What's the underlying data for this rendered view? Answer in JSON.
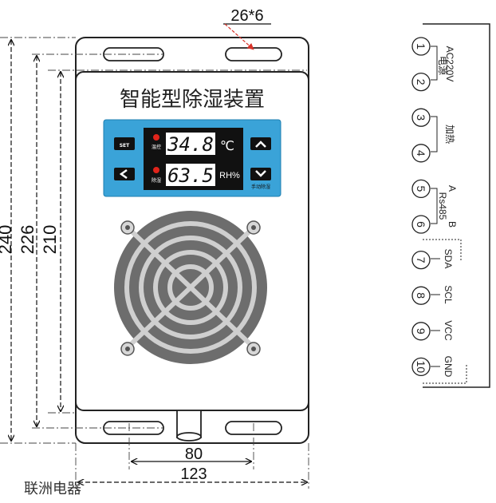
{
  "title": "智能型除湿装置",
  "dimensions": {
    "hole": "26*6",
    "h240": "240",
    "h226": "226",
    "h210": "210",
    "w80": "80",
    "w123": "123"
  },
  "panel": {
    "set_label": "SET",
    "temp_value": "34.8",
    "temp_unit": "℃",
    "hum_value": "63.5",
    "hum_unit": "RH%",
    "led1_label": "温控",
    "led2_label": "除湿",
    "manual_label": "手动除湿"
  },
  "terminals": {
    "numbers": [
      "1",
      "2",
      "3",
      "4",
      "5",
      "6",
      "7",
      "8",
      "9",
      "10"
    ],
    "power_label": "AC220V",
    "power_sub": "电源",
    "heat_label": "加热",
    "a_label": "A",
    "b_label": "B",
    "rs_label": "Rs485",
    "sda": "SDA",
    "scl": "SCL",
    "vcc": "VCC",
    "gnd": "GND"
  },
  "brand": "联洲电器",
  "colors": {
    "panel_blue": "#3aa3d8",
    "lcd_bg": "#111111",
    "led_red": "#e0241b",
    "fan_grey": "#6d6d6d",
    "hole_arrow_red": "#d8332a"
  }
}
